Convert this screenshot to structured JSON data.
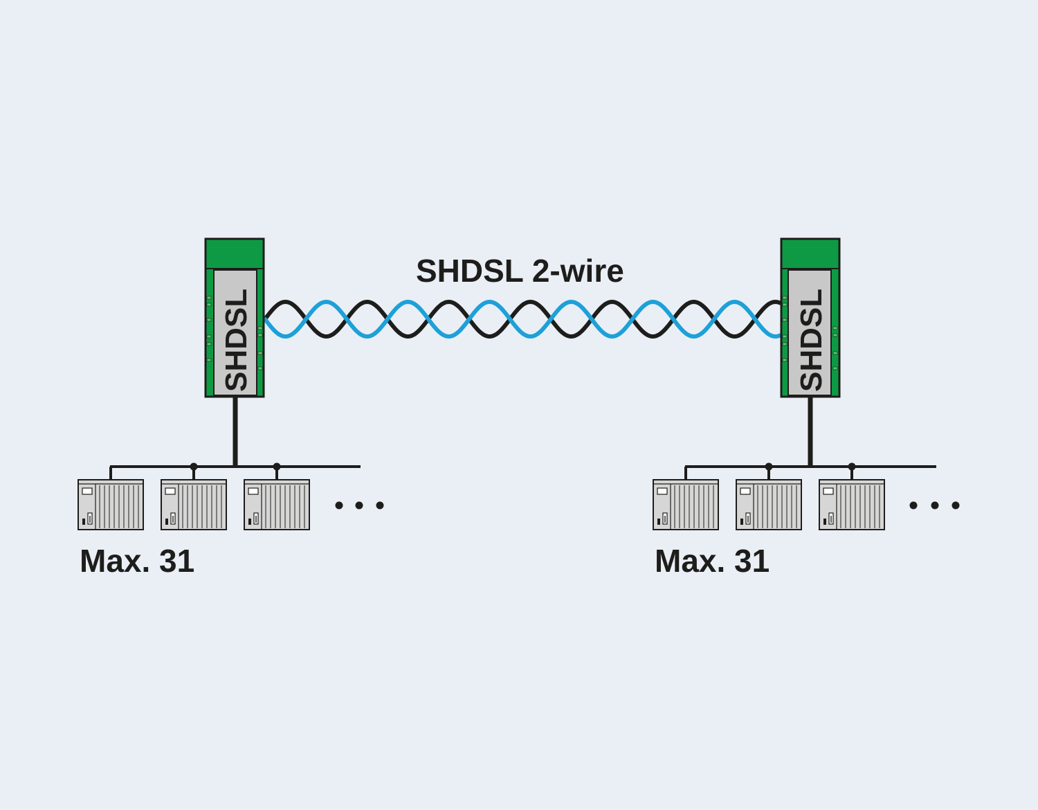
{
  "diagram": {
    "cable_label": "SHDSL 2-wire",
    "modems": [
      {
        "text": "SHDSL"
      },
      {
        "text": "SHDSL"
      }
    ],
    "segments": [
      {
        "count_label": "Max. 31"
      },
      {
        "count_label": "Max. 31"
      }
    ],
    "colors": {
      "background": "#eaeff5",
      "modem_green": "#0e9a45",
      "modem_panel": "#c8c8c8",
      "wire_black": "#1d1d1b",
      "wire_blue": "#1ea0d8",
      "device_gray": "#d6d6d6"
    }
  }
}
